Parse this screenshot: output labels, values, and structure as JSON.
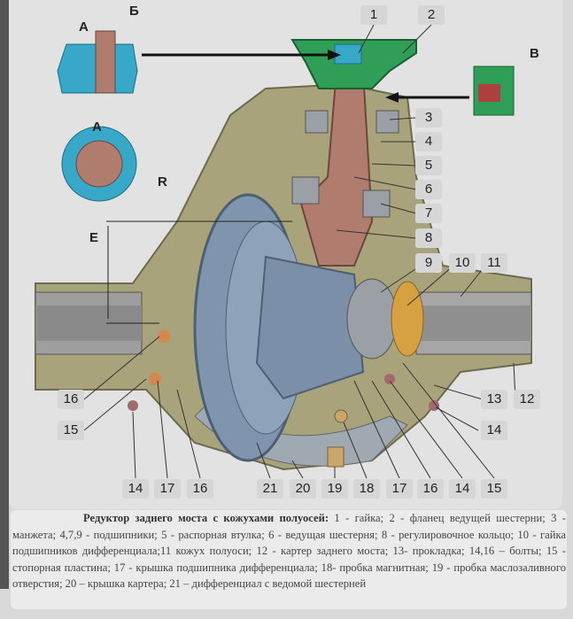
{
  "diagram": {
    "part_numbers_top": [
      "1",
      "2"
    ],
    "part_numbers_right": [
      "3",
      "4",
      "5",
      "6",
      "7",
      "8"
    ],
    "part_numbers_row": [
      "9",
      "10",
      "11"
    ],
    "part_numbers_mid_right": [
      "13",
      "12",
      "14"
    ],
    "part_numbers_left": [
      "16",
      "15"
    ],
    "part_numbers_bottom": [
      "14",
      "17",
      "16",
      "21",
      "20",
      "19",
      "18",
      "17",
      "16",
      "14",
      "15"
    ],
    "letters": {
      "a_top": "А",
      "b_top": "Б",
      "a_mid": "А",
      "r": "R",
      "e": "E",
      "v": "В"
    },
    "colors": {
      "housing": "#a8a37a",
      "gear": "#7f95ad",
      "pinion": "#b07c6e",
      "flange": "#2f9f57",
      "nut": "#37a8c8",
      "bearing": "#9aa0a6"
    }
  },
  "caption": {
    "title": "Редуктор заднего моста с кожухами полуосей:",
    "text": " 1 - гайка; 2 - фланец ведущей шестерни; 3 - манжета; 4,7,9 - подшипники; 5 - распорная втулка; 6 - ведущая шестерня; 8 - регулировочное кольцо; 10 - гайка подшипников дифференциала;11 кожух полуоси; 12 - картер заднего моста; 13- прокладка; 14,16 – болты; 15 - стопорная пластина; 17 - крышка подшипника дифференциала; 18- пробка магнитная; 19 - пробка маслозаливного отверстия; 20 – крышка картера; 21 – дифференциал с ведомой шестерней"
  }
}
